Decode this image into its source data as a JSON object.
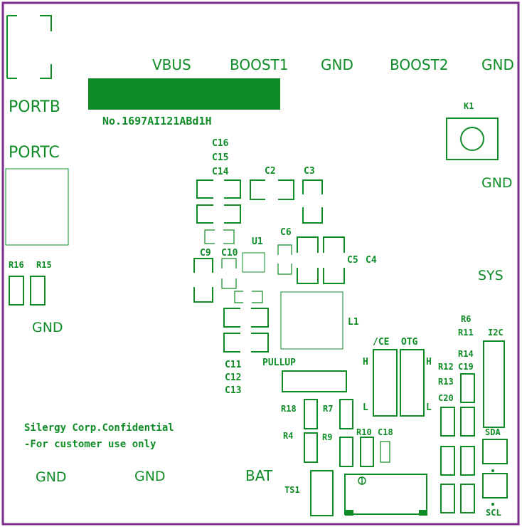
{
  "colors": {
    "silkscreen": "#0e8c25",
    "outline": "#7b2c8c",
    "background": "#ffffff"
  },
  "board": {
    "top_pins": {
      "vbus": "VBUS",
      "boost1": "BOOST1",
      "gnd_a": "GND",
      "boost2": "BOOST2",
      "gnd_b": "GND"
    },
    "ports": {
      "portb": "PORTB",
      "portc": "PORTC"
    },
    "part_number": "No.1697AI121ABd1H",
    "right_labels": {
      "k1": "K1",
      "gnd": "GND",
      "sys": "SYS",
      "i2c": "I2C",
      "sda": "SDA",
      "scl": "SCL"
    },
    "left_labels": {
      "r16": "R16",
      "r15": "R15",
      "gnd": "GND"
    },
    "bottom_labels": {
      "gnd_a": "GND",
      "gnd_b": "GND",
      "bat": "BAT",
      "ts1": "TS1"
    },
    "caps": {
      "c16": "C16",
      "c15": "C15",
      "c14": "C14",
      "c2": "C2",
      "c3": "C3",
      "c6": "C6",
      "c9": "C9",
      "c10": "C10",
      "u1": "U1",
      "c5": "C5",
      "c4": "C4",
      "l1": "L1",
      "c11": "C11",
      "c12": "C12",
      "c13": "C13",
      "pullup": "PULLUP",
      "ce": "/CE",
      "otg": "OTG",
      "h_a": "H",
      "h_b": "H",
      "l_a": "L",
      "l_b": "L"
    },
    "resistors": {
      "r6": "R6",
      "r11": "R11",
      "r14": "R14",
      "r12": "R12",
      "c19": "C19",
      "r13": "R13",
      "c20": "C20",
      "r18": "R18",
      "r7": "R7",
      "r4": "R4",
      "r9": "R9",
      "r10": "R10",
      "c18": "C18"
    },
    "confidential": {
      "line1": "Silergy Corp.Confidential",
      "line2": "-For customer use only"
    }
  }
}
